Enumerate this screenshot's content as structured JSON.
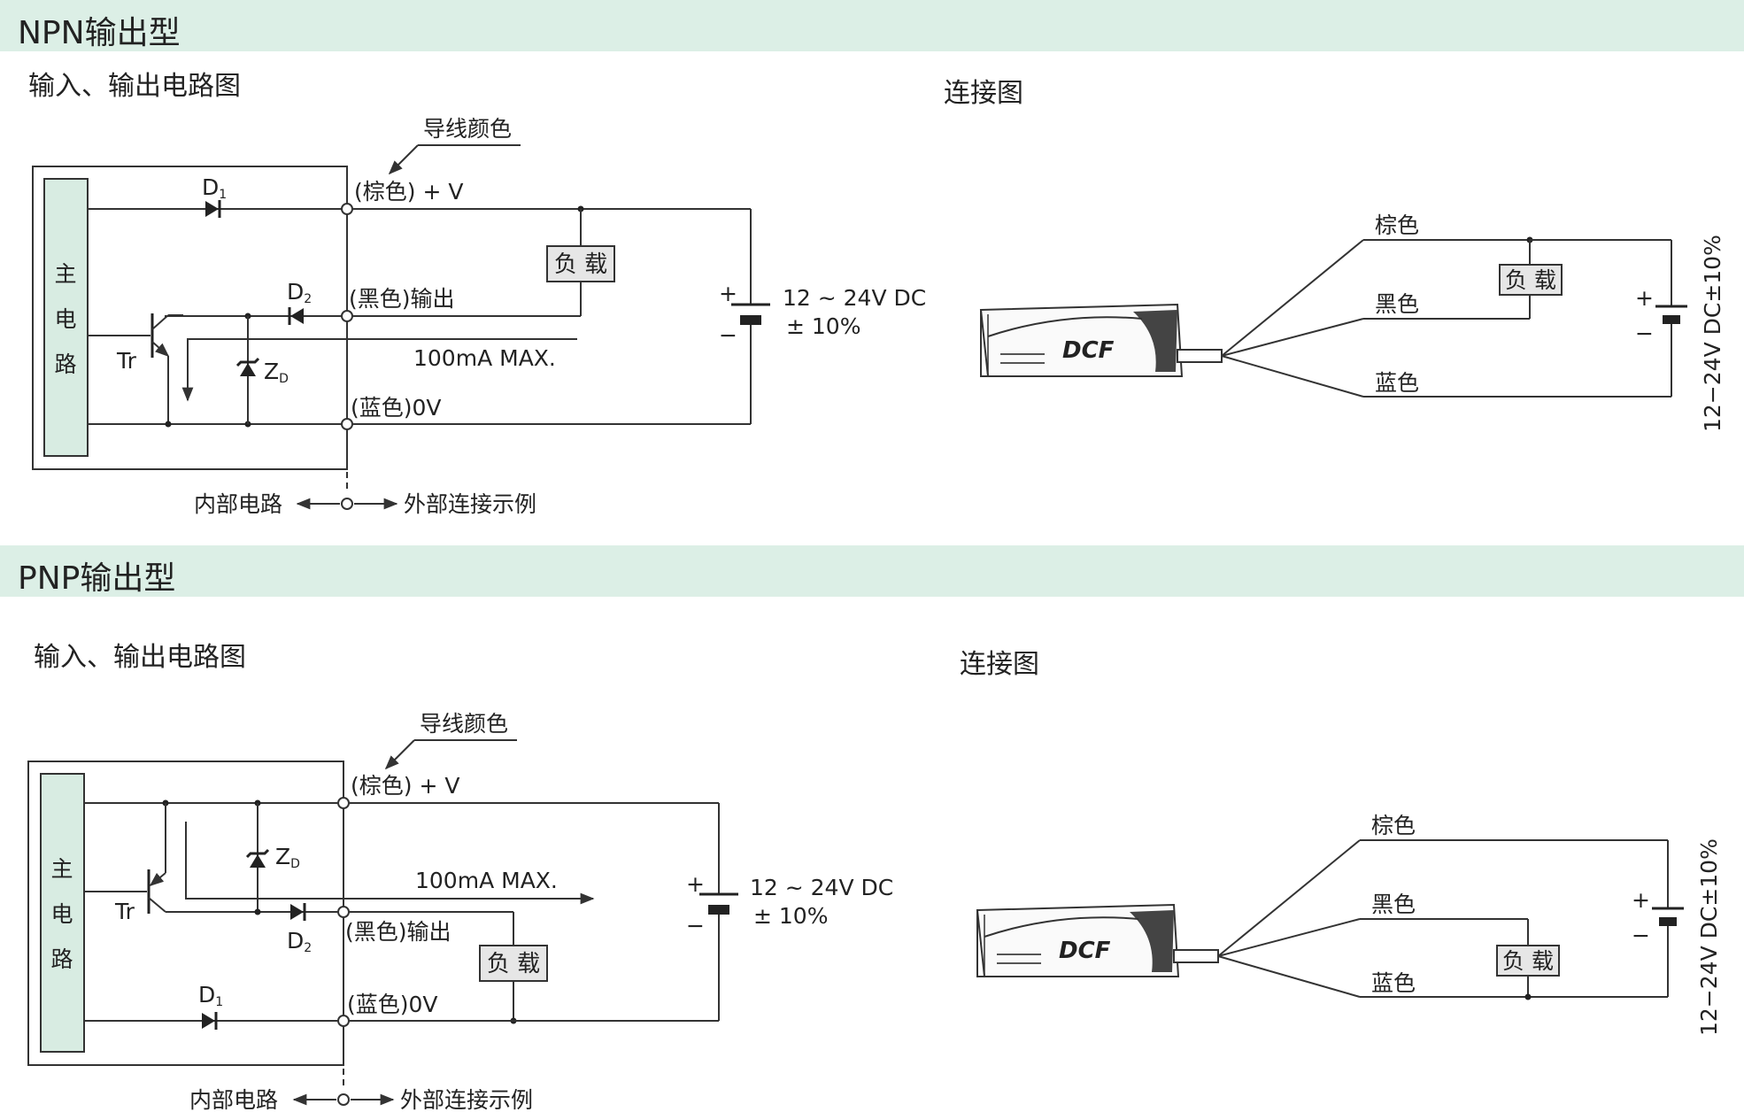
{
  "npn": {
    "title": "NPN输出型",
    "circuit_heading": "输入、输出电路图",
    "connection_heading": "连接图",
    "wire_color_label": "导线颜色",
    "main_circuit_chars": [
      "主",
      "电",
      "路"
    ],
    "d1": "D",
    "d1_sub": "1",
    "d2": "D",
    "d2_sub": "2",
    "zd": "Z",
    "zd_sub": "D",
    "tr": "Tr",
    "brown_plus_v": "(棕色) + V",
    "black_output": "(黑色)输出",
    "blue_0v": "(蓝色)0V",
    "load": "负 载",
    "current": "100mA  MAX.",
    "voltage": "12 ~ 24V DC",
    "tolerance": "± 10%",
    "plus": "+",
    "minus": "−",
    "internal": "内部电路",
    "external": "外部连接示例",
    "conn_brown": "棕色",
    "conn_black": "黑色",
    "conn_blue": "蓝色",
    "conn_load": "负 载",
    "conn_voltage": "12−24V  DC±10%",
    "brand": "DCF"
  },
  "pnp": {
    "title": "PNP输出型",
    "circuit_heading": "输入、输出电路图",
    "connection_heading": "连接图",
    "wire_color_label": "导线颜色",
    "main_circuit_chars": [
      "主",
      "电",
      "路"
    ],
    "d1": "D",
    "d1_sub": "1",
    "d2": "D",
    "d2_sub": "2",
    "zd": "Z",
    "zd_sub": "D",
    "tr": "Tr",
    "brown_plus_v": "(棕色) + V",
    "black_output": "(黑色)输出",
    "blue_0v": "(蓝色)0V",
    "load": "负 载",
    "current": "100mA  MAX.",
    "voltage": "12 ~ 24V DC",
    "tolerance": "± 10%",
    "plus": "+",
    "minus": "−",
    "internal": "内部电路",
    "external": "外部连接示例",
    "conn_brown": "棕色",
    "conn_black": "黑色",
    "conn_blue": "蓝色",
    "conn_load": "负 载",
    "conn_voltage": "12−24V  DC±10%",
    "brand": "DCF"
  },
  "colors": {
    "band": "#dcefe6",
    "main_box": "#d8ece2",
    "load_box": "#e6e6e6"
  }
}
